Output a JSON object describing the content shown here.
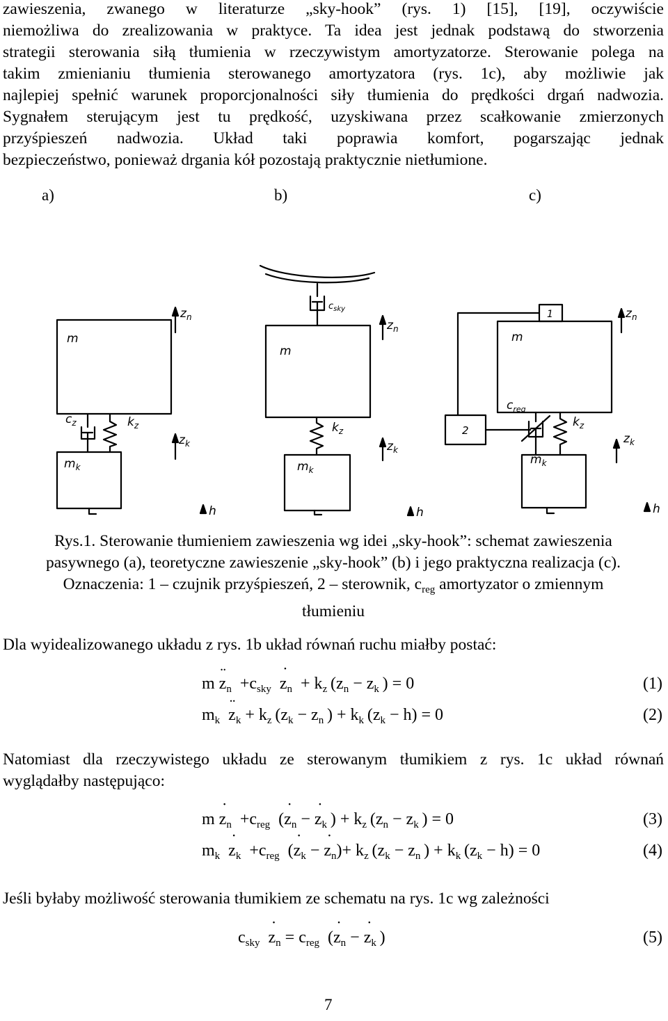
{
  "intro_lines": [
    "zawieszenia, zwanego w literaturze „sky-hook” (rys. 1) [15], [19], oczywiście",
    "niemożliwa do zrealizowania w praktyce. Ta idea jest jednak podstawą do stworzenia",
    "strategii sterowania siłą tłumienia w rzeczywistym amortyzatorze. Sterowanie polega na",
    "takim zmienianiu tłumienia sterowanego amortyzatora (rys. 1c), aby możliwie jak",
    "najlepiej spełnić warunek proporcjonalności siły tłumienia do prędkości drgań nadwozia.",
    "Sygnałem sterującym jest tu prędkość, uzyskiwana przez scałkowanie zmierzonych",
    "przyśpieszeń nadwozia. Układ taki poprawia komfort, pogarszając jednak",
    "bezpieczeństwo, ponieważ drgania kół pozostają praktycznie nietłumione."
  ],
  "figure": {
    "panel_labels": [
      "a)",
      "b)",
      "c)"
    ],
    "a": {
      "m": "m",
      "zn": "z",
      "zn_sub": "n",
      "cz": "c",
      "cz_sub": "z",
      "kz": "k",
      "kz_sub": "z",
      "zk": "z",
      "zk_sub": "k",
      "mk": "m",
      "mk_sub": "k",
      "h": "h"
    },
    "b": {
      "csky": "c",
      "csky_sub": "sky",
      "m": "m",
      "zn": "z",
      "zn_sub": "n",
      "kz": "k",
      "kz_sub": "z",
      "zk": "z",
      "zk_sub": "k",
      "mk": "m",
      "mk_sub": "k",
      "h": "h"
    },
    "c": {
      "box1": "1",
      "box2": "2",
      "m": "m",
      "zn": "z",
      "zn_sub": "n",
      "creg": "c",
      "creg_sub": "reg",
      "kz": "k",
      "kz_sub": "z",
      "zk": "z",
      "zk_sub": "k",
      "mk": "m",
      "mk_sub": "k",
      "h": "h"
    }
  },
  "caption": {
    "line1": "Rys.1. Sterowanie tłumieniem zawieszenia wg idei „sky-hook”: schemat zawieszenia",
    "line2": "pasywnego (a), teoretyczne zawieszenie „sky-hook” (b) i jego praktyczna realizacja (c).",
    "line3_a": "Oznaczenia: 1 – czujnik przyśpieszeń, 2 – sterownik, c",
    "line3_sub": "reg",
    "line3_b": " amortyzator o zmiennym",
    "line4": "tłumieniu"
  },
  "para2": "Dla wyidealizowanego układu z rys. 1b układ równań ruchu miałby postać:",
  "para3_lines": [
    "Natomiast dla rzeczywistego układu ze sterowanym tłumikiem z rys. 1c układ równań",
    "wyglądałby następująco:"
  ],
  "para4": "Jeśli byłaby możliwość sterowania tłumikiem ze schematu na rys. 1c wg zależności",
  "equation_numbers": [
    "(1)",
    "(2)",
    "(3)",
    "(4)",
    "(5)"
  ],
  "page_number": "7"
}
